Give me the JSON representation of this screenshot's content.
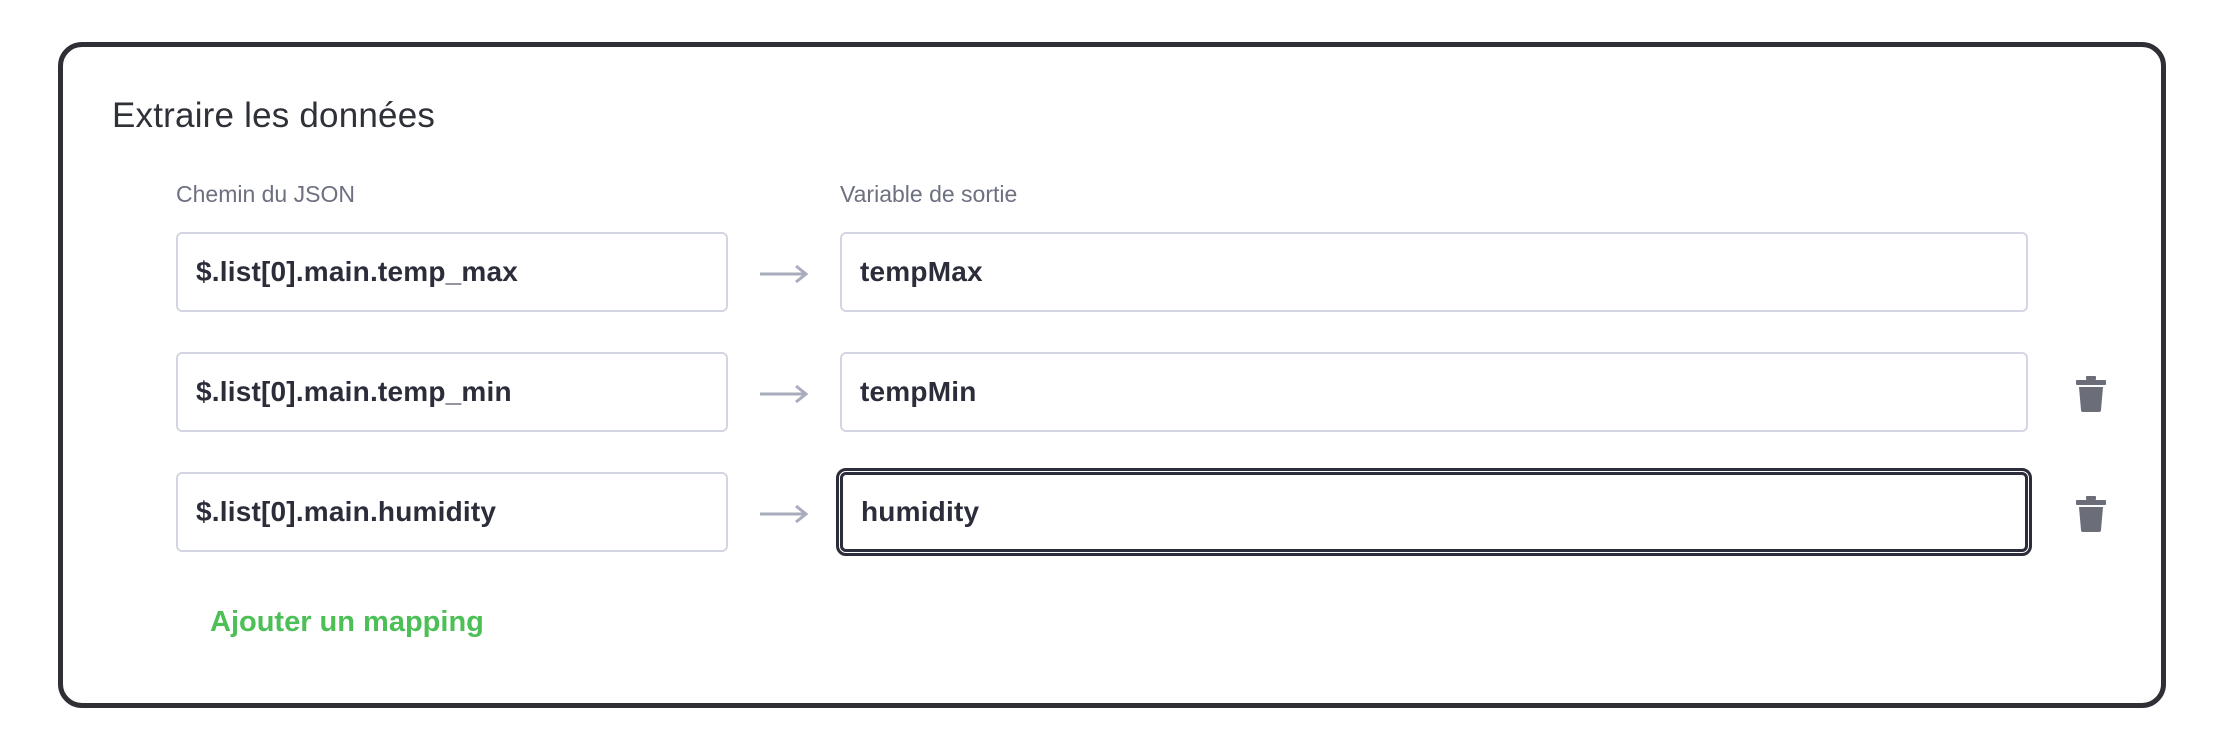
{
  "section": {
    "title": "Extraire les données",
    "path_column_label": "Chemin du JSON",
    "var_column_label": "Variable de sortie"
  },
  "mappings": [
    {
      "path": "$.list[0].main.temp_max",
      "variable": "tempMax",
      "deletable": false
    },
    {
      "path": "$.list[0].main.temp_min",
      "variable": "tempMin",
      "deletable": true
    },
    {
      "path": "$.list[0].main.humidity",
      "variable": "humidity",
      "deletable": true,
      "focused": true
    }
  ],
  "add_mapping_label": "Ajouter un mapping",
  "icons": {
    "arrow": "arrow-right-icon",
    "delete": "trash-icon"
  },
  "colors": {
    "accent": "#4cbf57",
    "border": "#2f3036",
    "field_border": "#d3d6e2",
    "icon": "#6b6e78"
  }
}
